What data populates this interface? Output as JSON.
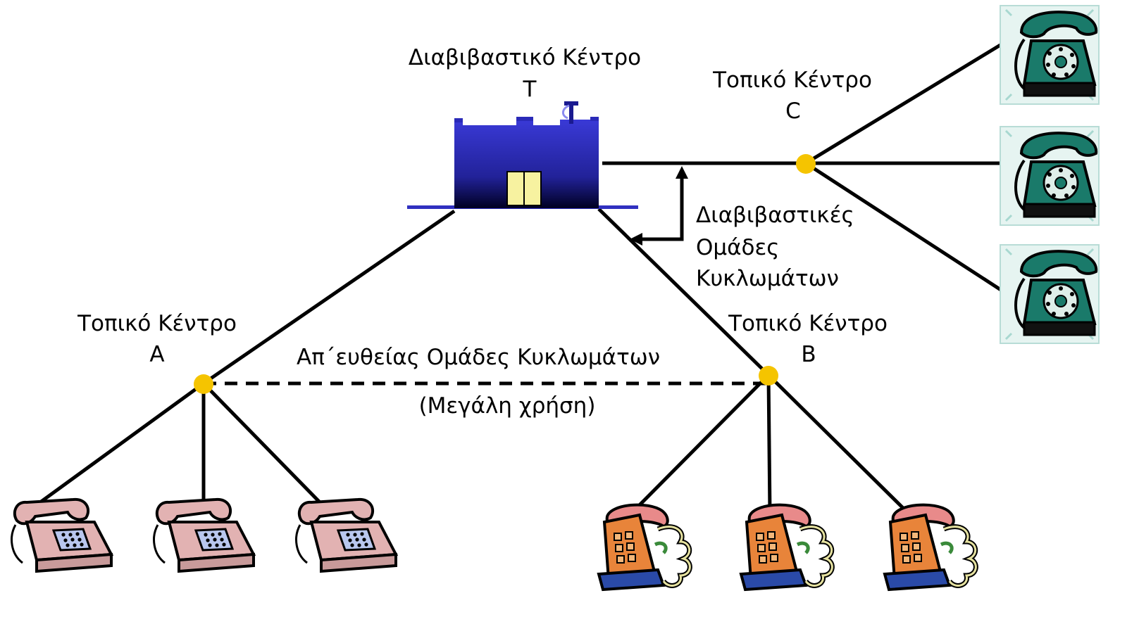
{
  "transit_center": {
    "name": "Διαβιβαστικό Κέντρο",
    "id": "T"
  },
  "local_center_c": {
    "name": "Τοπικό Κέντρο",
    "id": "C"
  },
  "local_center_a": {
    "name": "Τοπικό Κέντρο",
    "id": "A"
  },
  "local_center_b": {
    "name": "Τοπικό Κέντρο",
    "id": "B"
  },
  "transit_groups": {
    "line1": "Διαβιβαστικές",
    "line2": "Ομάδες",
    "line3": "Κυκλωμάτων"
  },
  "direct_groups": {
    "label": "Απ΄ευθείας Ομάδες Κυκλωμάτων",
    "note": "(Μεγάλη χρήση)"
  },
  "colors": {
    "node": "#f5c400",
    "building": "#2a2ab8",
    "link": "#000000",
    "phone_c": "#1a7a6a",
    "phone_a": "#e2b2b2",
    "phone_b": "#e8843a"
  }
}
